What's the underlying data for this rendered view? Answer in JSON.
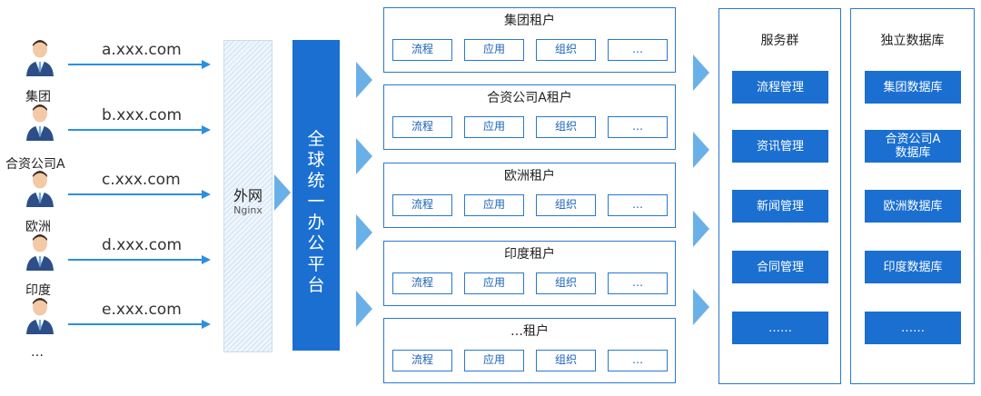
{
  "users": [
    {
      "label": "",
      "domain": "a.xxx.com"
    },
    {
      "label": "集团",
      "domain": "b.xxx.com"
    },
    {
      "label": "合资公司A",
      "domain": "c.xxx.com"
    },
    {
      "label": "欧洲",
      "domain": "d.xxx.com"
    },
    {
      "label": "印度",
      "domain": "e.xxx.com"
    }
  ],
  "users_more": "…",
  "gateway": {
    "title": "外网",
    "subtitle": "Nginx"
  },
  "platform": {
    "title": "全\n球\n统\n一\n办\n公\n平\n台"
  },
  "tenants": [
    {
      "title": "集团租户",
      "chips": [
        "流程",
        "应用",
        "组织",
        "…"
      ]
    },
    {
      "title": "合资公司A租户",
      "chips": [
        "流程",
        "应用",
        "组织",
        "…"
      ]
    },
    {
      "title": "欧洲租户",
      "chips": [
        "流程",
        "应用",
        "组织",
        "…"
      ]
    },
    {
      "title": "印度租户",
      "chips": [
        "流程",
        "应用",
        "组织",
        "…"
      ]
    },
    {
      "title": "…租户",
      "chips": [
        "流程",
        "应用",
        "组织",
        "…"
      ]
    }
  ],
  "services": {
    "title": "服务群",
    "items": [
      "流程管理",
      "资讯管理",
      "新闻管理",
      "合同管理",
      "……"
    ]
  },
  "databases": {
    "title": "独立数据库",
    "items": [
      "集团数据库",
      "合资公司A\n数据库",
      "欧洲数据库",
      "印度数据库",
      "……"
    ]
  },
  "colors": {
    "primary": "#1a6fd0",
    "border": "#2a78cf",
    "arrow": "#2b8fe0",
    "chevron": "#6ab0e8"
  }
}
